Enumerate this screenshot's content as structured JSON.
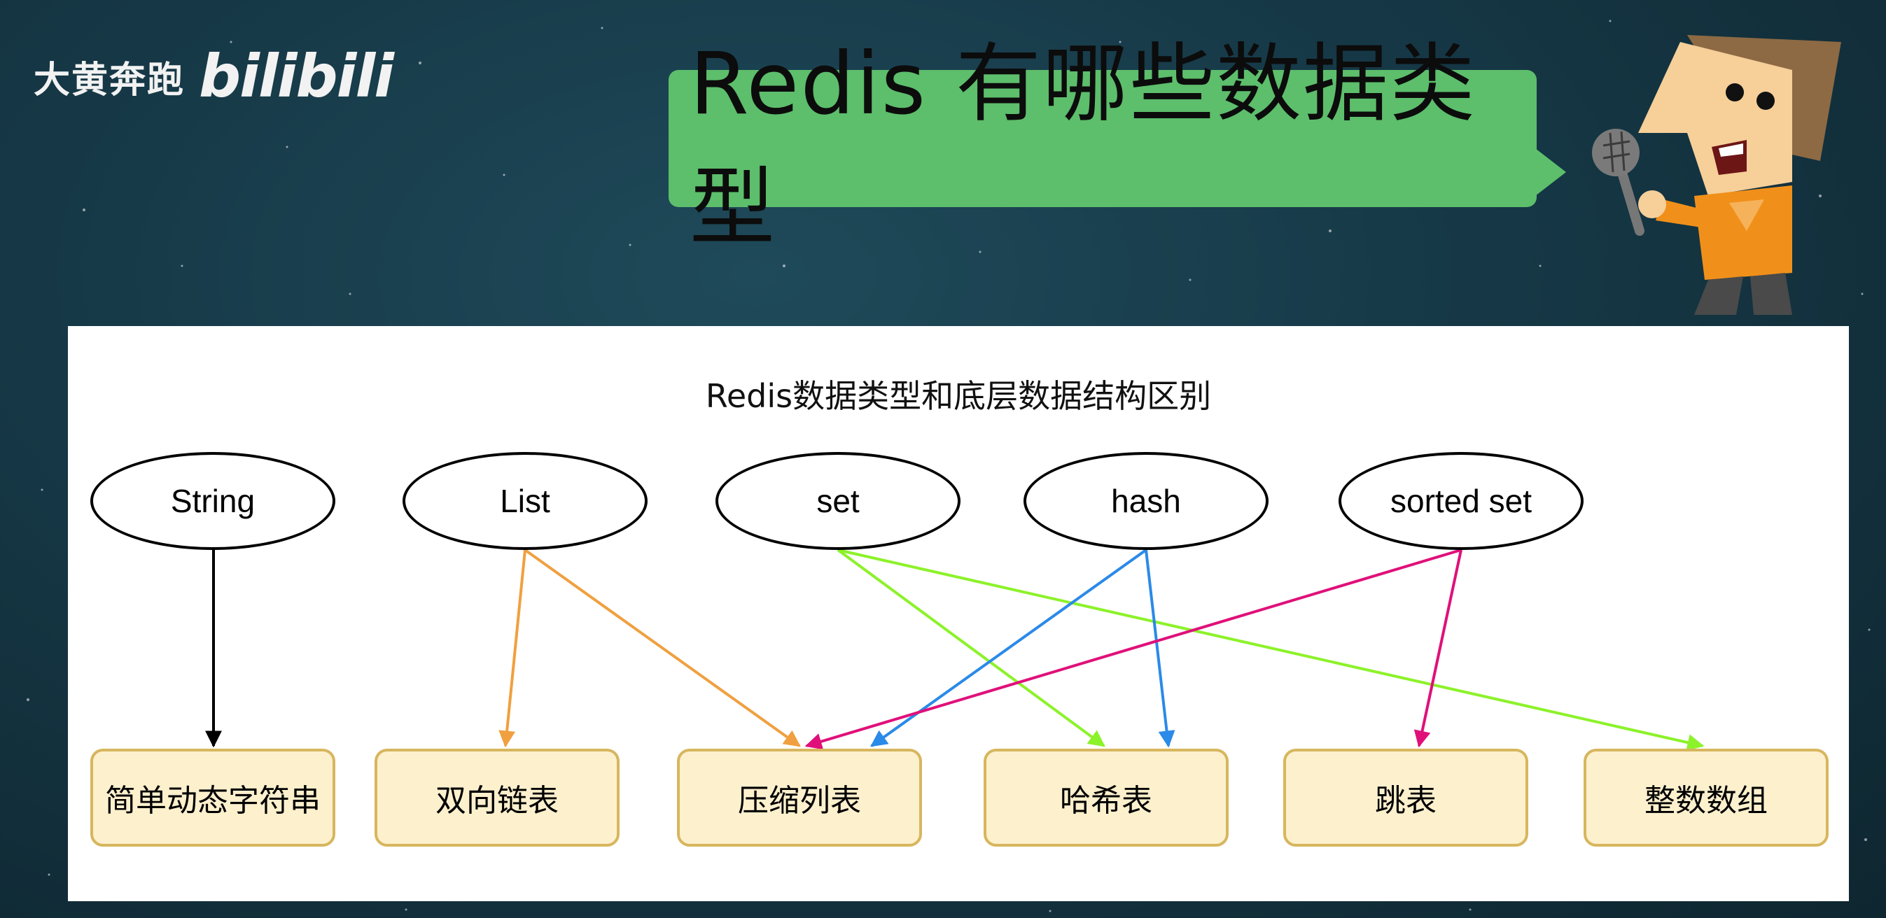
{
  "logo": {
    "text": "大黄奔跑",
    "brand": "bilibili"
  },
  "bubble": {
    "title": "Redis 有哪些数据类型"
  },
  "diagram": {
    "title": "Redis数据类型和底层数据结构区别",
    "types": [
      "String",
      "List",
      "set",
      "hash",
      "sorted set"
    ],
    "structures": [
      "简单动态字符串",
      "双向链表",
      "压缩列表",
      "哈希表",
      "跳表",
      "整数数组"
    ],
    "edges": [
      {
        "from": "String",
        "to": "简单动态字符串",
        "color": "#000000"
      },
      {
        "from": "List",
        "to": "双向链表",
        "color": "#f0a040"
      },
      {
        "from": "List",
        "to": "压缩列表",
        "color": "#f0a040"
      },
      {
        "from": "set",
        "to": "哈希表",
        "color": "#8cf22a"
      },
      {
        "from": "set",
        "to": "整数数组",
        "color": "#8cf22a"
      },
      {
        "from": "hash",
        "to": "压缩列表",
        "color": "#2a8ae8"
      },
      {
        "from": "hash",
        "to": "哈希表",
        "color": "#2a8ae8"
      },
      {
        "from": "sorted set",
        "to": "压缩列表",
        "color": "#e0107a"
      },
      {
        "from": "sorted set",
        "to": "跳表",
        "color": "#e0107a"
      }
    ]
  },
  "colors": {
    "bubble": "#5dbe6c",
    "box_fill": "#fdf0cd",
    "box_border": "#d7b65e"
  }
}
